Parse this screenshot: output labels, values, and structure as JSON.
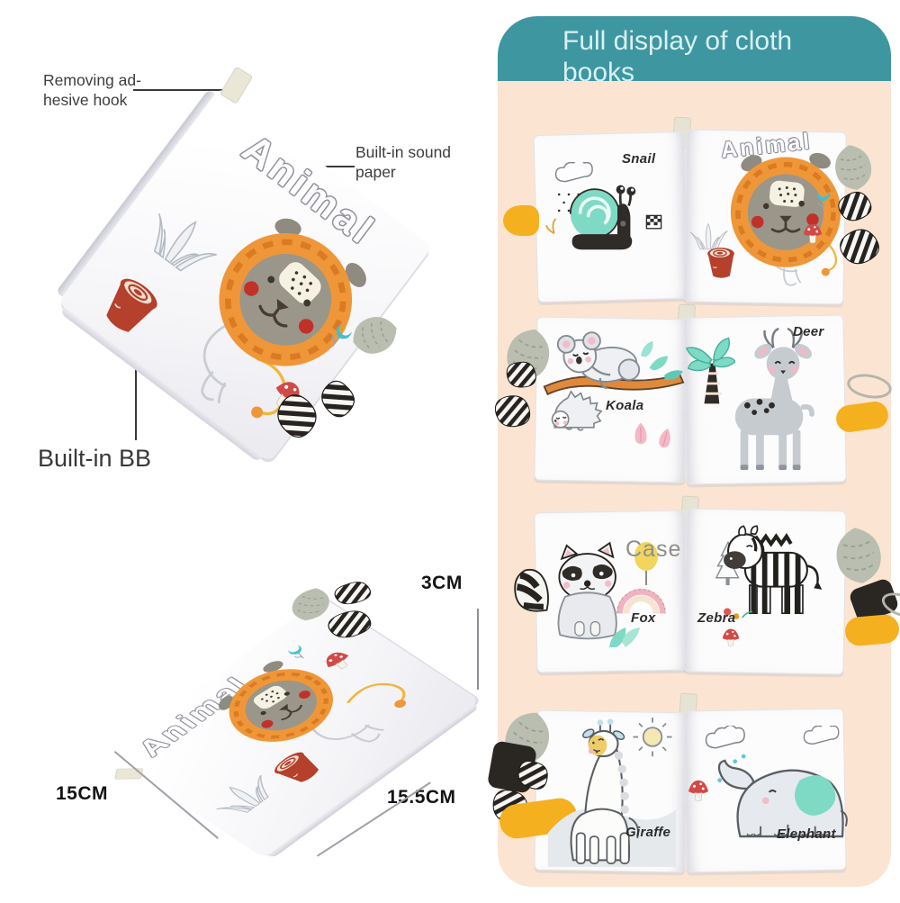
{
  "left": {
    "annotations": {
      "hook": "Removing ad-\nhesive hook",
      "sound_paper": "Built-in sound\npaper",
      "built_in_bb": "Built-in BB"
    },
    "dimensions": {
      "width": "15CM",
      "length": "15.5CM",
      "height": "3CM"
    },
    "book1_title": "Animal",
    "book2_title": "Animal"
  },
  "right_panel": {
    "header": "Full display of cloth books",
    "spreads": [
      {
        "left_label": "Snail",
        "right_label": "Animal"
      },
      {
        "left_label": "Koala",
        "right_label": "Deer"
      },
      {
        "left_label": "Fox",
        "right_label": "Zebra",
        "watermark": "Case"
      },
      {
        "left_label": "Giraffe",
        "right_label": "Elephant"
      }
    ]
  },
  "colors": {
    "panel_bg": "#fbe5d2",
    "header_bg": "#3e96a1",
    "header_text": "#d9f1f1",
    "mane_orange": "#ef9738",
    "tag_yellow": "#f5b01f",
    "stump_red": "#b5402c",
    "teal_accent": "#7edac4",
    "title_gray": "#9596a0"
  }
}
